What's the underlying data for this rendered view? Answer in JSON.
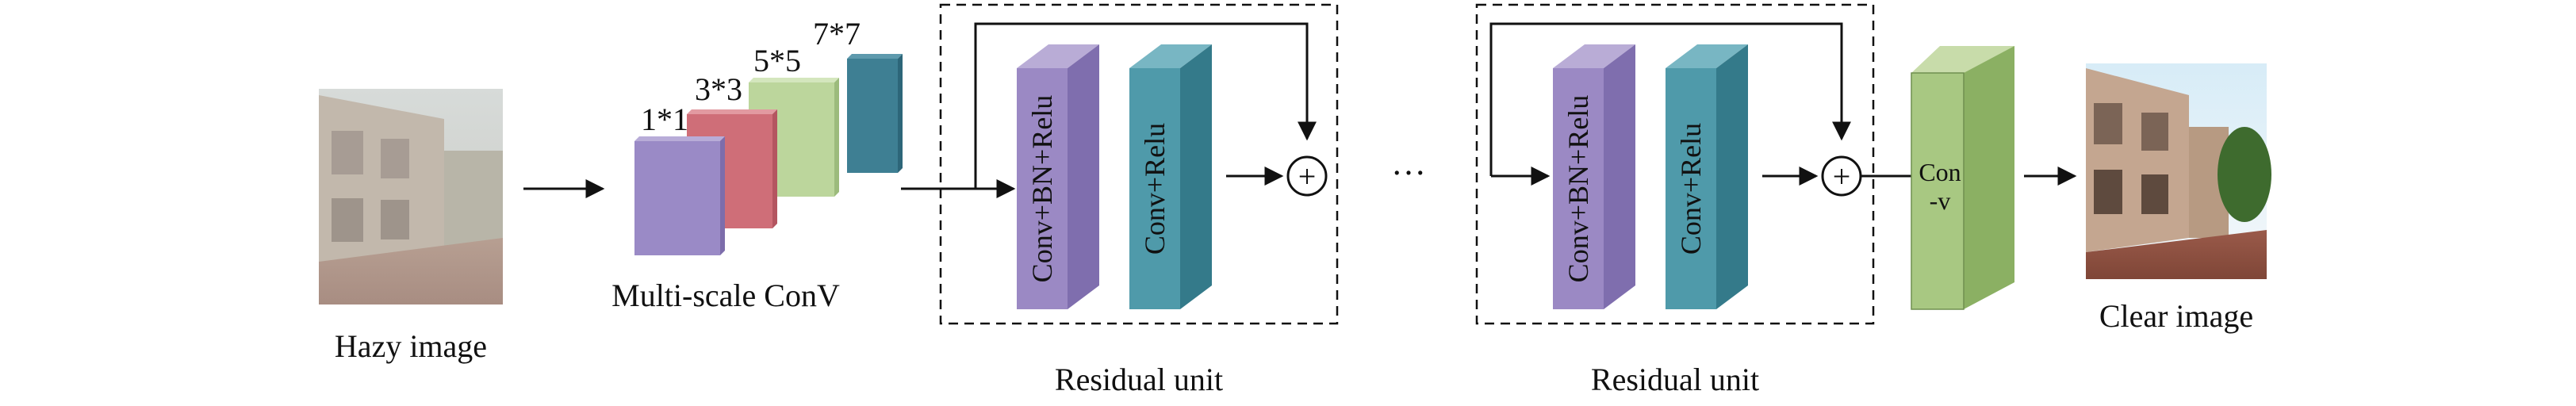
{
  "input": {
    "caption": "Hazy image",
    "kind": "hazy-photo"
  },
  "multiscale": {
    "caption": "Multi-scale ConV",
    "kernels": [
      {
        "label": "1*1",
        "color": "#9a8ac6"
      },
      {
        "label": "3*3",
        "color": "#cf6e78"
      },
      {
        "label": "5*5",
        "color": "#bcd69c"
      },
      {
        "label": "7*7",
        "color": "#3e7f93"
      }
    ]
  },
  "residual_units": [
    {
      "caption": "Residual unit",
      "layer1": "Conv+BN+Relu",
      "layer2": "Conv+Relu",
      "sum_symbol": "+"
    },
    {
      "caption": "Residual unit",
      "layer1": "Conv+BN+Relu",
      "layer2": "Conv+Relu",
      "sum_symbol": "+"
    }
  ],
  "ellipsis": "…",
  "final_conv": {
    "line1": "Con",
    "line2": "-v",
    "color": "#a8c882"
  },
  "output": {
    "caption": "Clear image",
    "kind": "clear-photo"
  },
  "colors": {
    "layer1": "#9b89c4",
    "layer2": "#4f9aaa",
    "final": "#a8c882",
    "line": "#111111"
  }
}
